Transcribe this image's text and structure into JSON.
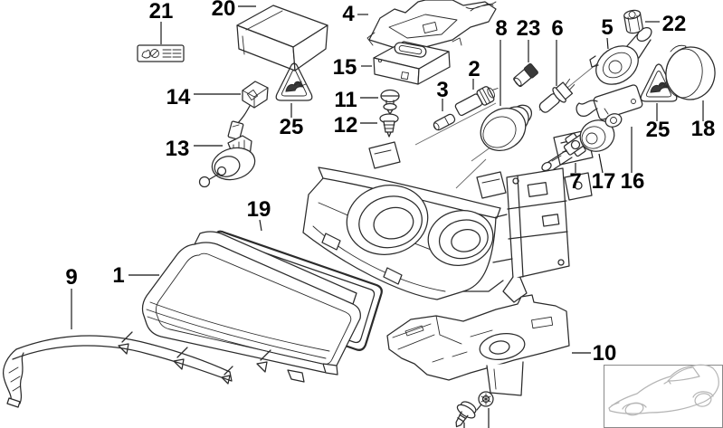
{
  "diagram": {
    "kind": "exploded-parts-line-drawing",
    "colors": {
      "ink": "#2b2b2b",
      "label_text": "#000000",
      "leader_line": "#111111",
      "car_inset_line": "#b5b5b5",
      "inset_border": "#8a8a8a",
      "background": "#ffffff"
    },
    "icons": {
      "warning-triangle-icon": "rounded triangle outline with electric-shock pictogram",
      "prohibition-icon": "circle with diagonal slash",
      "hand-icon": "small hand glyph on instruction sticker",
      "car-body-icon": "light gray 3/4-view coupe outline in corner box"
    },
    "callouts": [
      {
        "part": "21",
        "label": "21"
      },
      {
        "part": "20",
        "label": "20"
      },
      {
        "part": "4",
        "label": "4"
      },
      {
        "part": "8",
        "label": "8"
      },
      {
        "part": "23",
        "label": "23"
      },
      {
        "part": "6",
        "label": "6"
      },
      {
        "part": "5",
        "label": "5"
      },
      {
        "part": "22",
        "label": "22"
      },
      {
        "part": "15",
        "label": "15"
      },
      {
        "part": "2",
        "label": "2"
      },
      {
        "part": "3",
        "label": "3"
      },
      {
        "part": "11",
        "label": "11"
      },
      {
        "part": "12",
        "label": "12"
      },
      {
        "part": "14",
        "label": "14"
      },
      {
        "part": "25-left",
        "label": "25"
      },
      {
        "part": "13",
        "label": "13"
      },
      {
        "part": "18",
        "label": "18"
      },
      {
        "part": "25-right",
        "label": "25"
      },
      {
        "part": "7",
        "label": "7"
      },
      {
        "part": "17",
        "label": "17"
      },
      {
        "part": "16",
        "label": "16"
      },
      {
        "part": "19",
        "label": "19"
      },
      {
        "part": "9",
        "label": "9"
      },
      {
        "part": "1",
        "label": "1"
      },
      {
        "part": "10",
        "label": "10"
      }
    ]
  }
}
